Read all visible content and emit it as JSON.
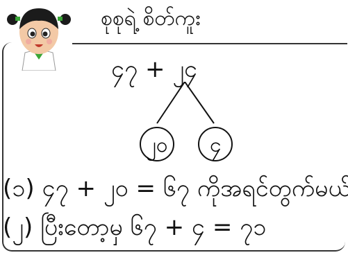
{
  "header": {
    "title": "စုစုရဲ့ စိတ်ကူး"
  },
  "problem": {
    "expression": "၄၇ + ၂၄",
    "split_left": "၂၀",
    "split_right": "၄"
  },
  "steps": [
    {
      "text": "(၁) ၄၇ + ၂၀ = ၆၇ ကိုအရင်တွက်မယ်"
    },
    {
      "text": "(၂) ပြီးတော့မှ ၆၇ + ၄ = ၇၁"
    }
  ]
}
